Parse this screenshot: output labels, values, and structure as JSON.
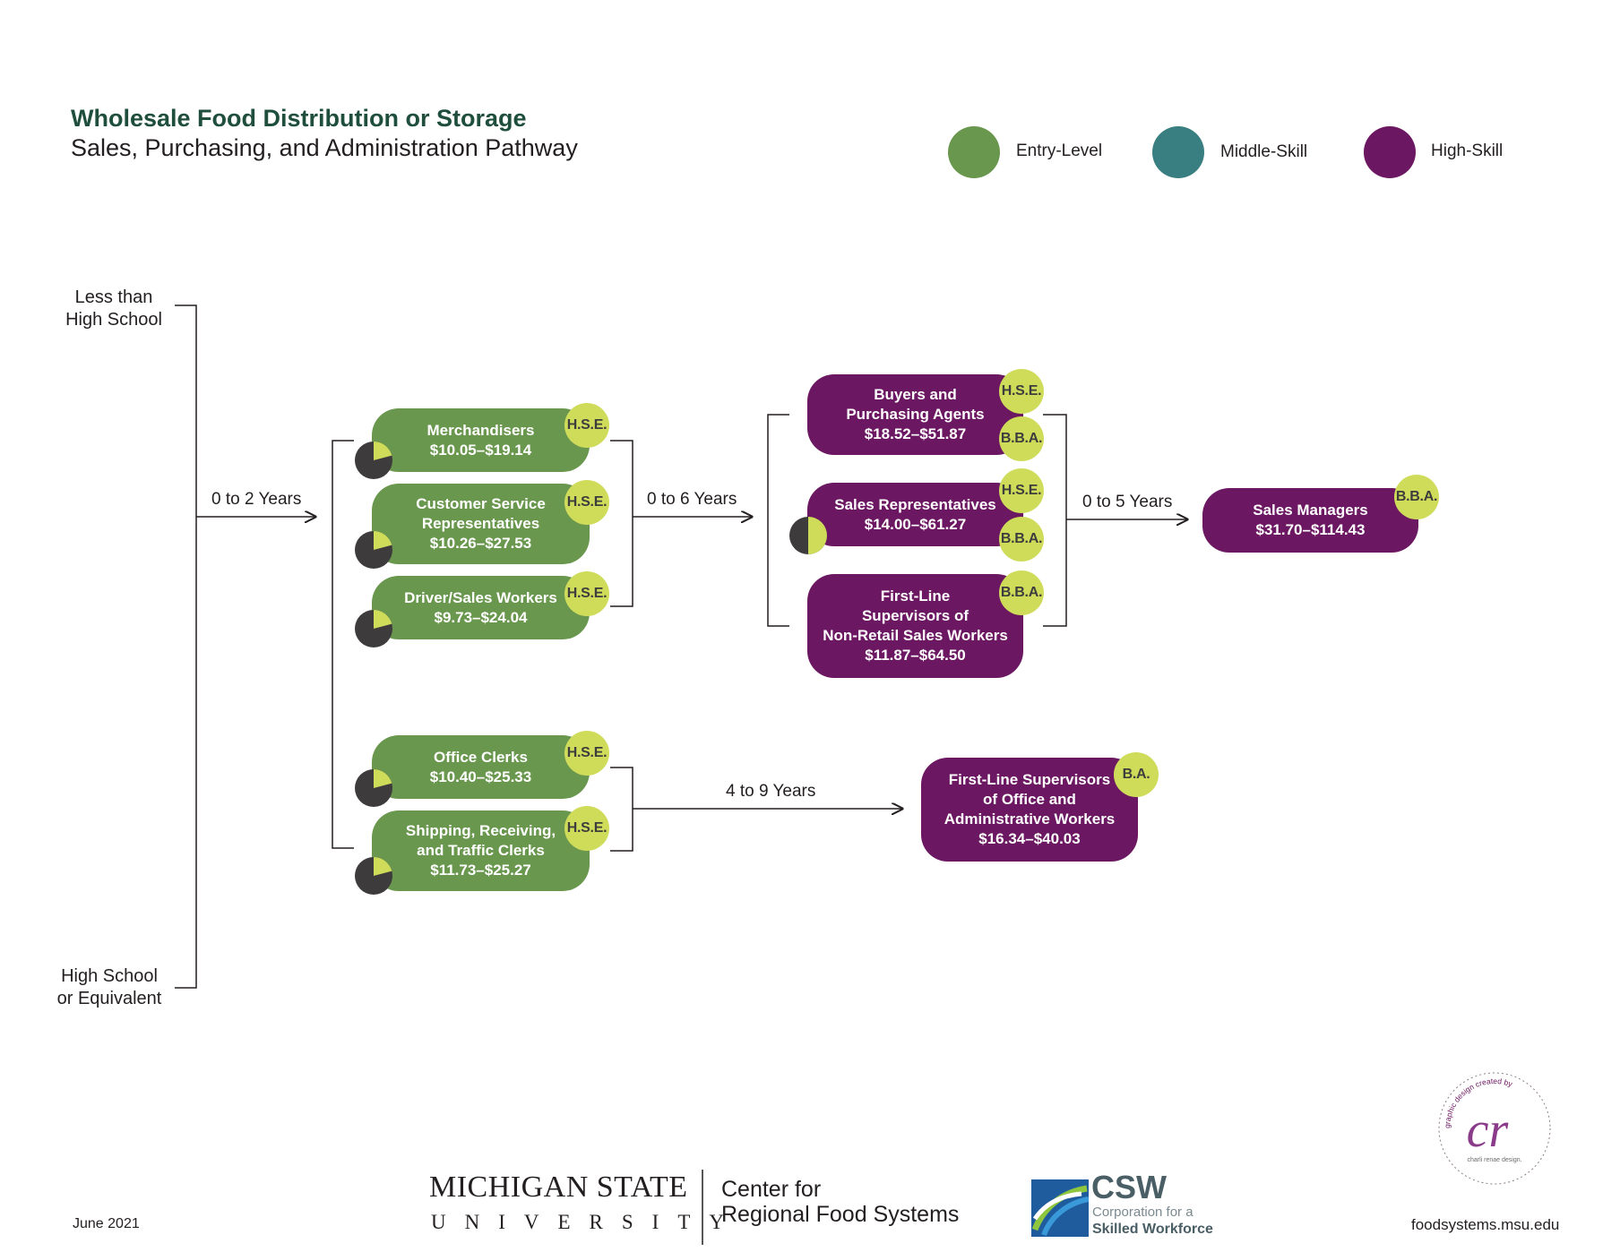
{
  "header": {
    "title": "Wholesale Food Distribution or Storage",
    "subtitle": "Sales, Purchasing, and Administration Pathway"
  },
  "legend": [
    {
      "label": "Entry-Level",
      "color": "#6a974e"
    },
    {
      "label": "Middle-Skill",
      "color": "#397e80"
    },
    {
      "label": "High-Skill",
      "color": "#6b1761"
    }
  ],
  "education": {
    "top": [
      "Less than",
      "High School"
    ],
    "bottom": [
      "High School",
      "or Equivalent"
    ]
  },
  "years": {
    "step1": "0 to 2 Years",
    "step2": "0 to 6 Years",
    "step3": "0 to 5 Years",
    "step4": "4 to 9 Years"
  },
  "occupations": {
    "merchandisers": {
      "lines": [
        "Merchandisers",
        "$10.05–$19.14"
      ],
      "badges": [
        "H.S.E."
      ],
      "level": "entry"
    },
    "csr": {
      "lines": [
        "Customer Service",
        "Representatives",
        "$10.26–$27.53"
      ],
      "badges": [
        "H.S.E."
      ],
      "level": "entry"
    },
    "driver": {
      "lines": [
        "Driver/Sales Workers",
        "$9.73–$24.04"
      ],
      "badges": [
        "H.S.E."
      ],
      "level": "entry"
    },
    "office_clerks": {
      "lines": [
        "Office Clerks",
        "$10.40–$25.33"
      ],
      "badges": [
        "H.S.E."
      ],
      "level": "entry"
    },
    "shipping": {
      "lines": [
        "Shipping, Receiving,",
        "and Traffic Clerks",
        "$11.73–$25.27"
      ],
      "badges": [
        "H.S.E."
      ],
      "level": "entry"
    },
    "buyers": {
      "lines": [
        "Buyers and",
        "Purchasing Agents",
        "$18.52–$51.87"
      ],
      "badges": [
        "H.S.E.",
        "B.B.A."
      ],
      "level": "high"
    },
    "sales_reps": {
      "lines": [
        "Sales Representatives",
        "$14.00–$61.27"
      ],
      "badges": [
        "H.S.E.",
        "B.B.A."
      ],
      "level": "high"
    },
    "fl_sales_sup": {
      "lines": [
        "First-Line",
        "Supervisors of",
        "Non-Retail Sales Workers",
        "$11.87–$64.50"
      ],
      "badges": [
        "B.B.A."
      ],
      "level": "high"
    },
    "sales_managers": {
      "lines": [
        "Sales Managers",
        "$31.70–$114.43"
      ],
      "badges": [
        "B.B.A."
      ],
      "level": "high"
    },
    "fl_office_sup": {
      "lines": [
        "First-Line Supervisors",
        "of Office and",
        "Administrative Workers",
        "$16.34–$40.03"
      ],
      "badges": [
        "B.A."
      ],
      "level": "high"
    }
  },
  "footer": {
    "date": "June 2021",
    "msu_name": "MICHIGAN STATE",
    "msu_university": "UNIVERSITY",
    "center_line1": "Center for",
    "center_line2": "Regional Food Systems",
    "csw_abbrev": "CSW",
    "csw_line1": "Corporation for a",
    "csw_line2": "Skilled Workforce",
    "designer": "graphic design created by",
    "designer_mark": "cr",
    "designer_name": "charli renae design.",
    "url": "foodsystems.msu.edu"
  }
}
